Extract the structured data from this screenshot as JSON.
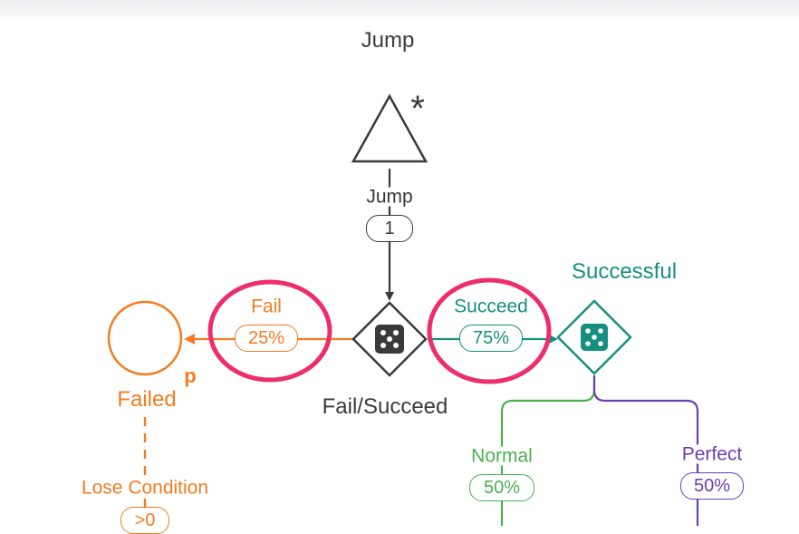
{
  "diagram": {
    "title": "Jump",
    "start_node": {
      "marker": "*"
    },
    "jump_edge": {
      "label": "Jump",
      "value": "1"
    },
    "fail_succeed_node": {
      "label": "Fail/Succeed"
    },
    "fail_edge": {
      "label": "Fail",
      "value": "25%"
    },
    "succeed_edge": {
      "label": "Succeed",
      "value": "75%"
    },
    "failed_node": {
      "label": "Failed",
      "marker": "p"
    },
    "successful_node": {
      "label": "Successful"
    },
    "lose_edge": {
      "label": "Lose Condition",
      "value": ">0"
    },
    "normal_edge": {
      "label": "Normal",
      "value": "50%"
    },
    "perfect_edge": {
      "label": "Perfect",
      "value": "50%"
    }
  },
  "colors": {
    "dark": "#3a3a3a",
    "orange": "#f47b20",
    "teal": "#178f80",
    "green": "#4caf50",
    "purple": "#6a3fb5",
    "highlight": "#ee2d6b"
  }
}
